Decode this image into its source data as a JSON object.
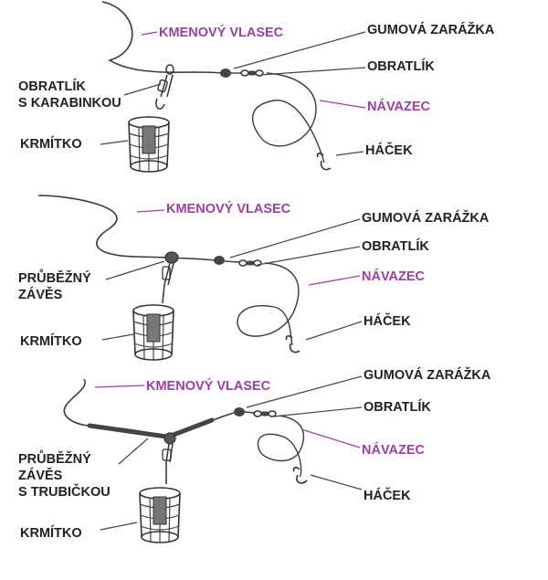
{
  "colors": {
    "line": "#3a3a3a",
    "leader_purple": "#9b3fa0",
    "leader_black": "#444444",
    "text_black": "#222222",
    "text_purple": "#9b3fa0"
  },
  "panels": [
    {
      "labels": {
        "kmenovy_vlasec": "KMENOVÝ VLASEC",
        "gumova_zarazka": "GUMOVÁ ZARÁŽKA",
        "obratlik": "OBRATLÍK",
        "navazec": "NÁVAZEC",
        "hacek": "HÁČEK",
        "attachment_line1": "OBRATLÍK",
        "attachment_line2": "S KARABINKOU",
        "attachment_line3": "",
        "krmitko": "KRMÍTKO"
      }
    },
    {
      "labels": {
        "kmenovy_vlasec": "KMENOVÝ VLASEC",
        "gumova_zarazka": "GUMOVÁ ZARÁŽKA",
        "obratlik": "OBRATLÍK",
        "navazec": "NÁVAZEC",
        "hacek": "HÁČEK",
        "attachment_line1": "PRŮBĚŽNÝ",
        "attachment_line2": "ZÁVĚS",
        "attachment_line3": "",
        "krmitko": "KRMÍTKO"
      }
    },
    {
      "labels": {
        "kmenovy_vlasec": "KMENOVÝ VLASEC",
        "gumova_zarazka": "GUMOVÁ ZARÁŽKA",
        "obratlik": "OBRATLÍK",
        "navazec": "NÁVAZEC",
        "hacek": "HÁČEK",
        "attachment_line1": "PRŮBĚŽNÝ",
        "attachment_line2": "ZÁVĚS",
        "attachment_line3": "S TRUBIČKOU",
        "krmitko": "KRMÍTKO"
      }
    }
  ]
}
